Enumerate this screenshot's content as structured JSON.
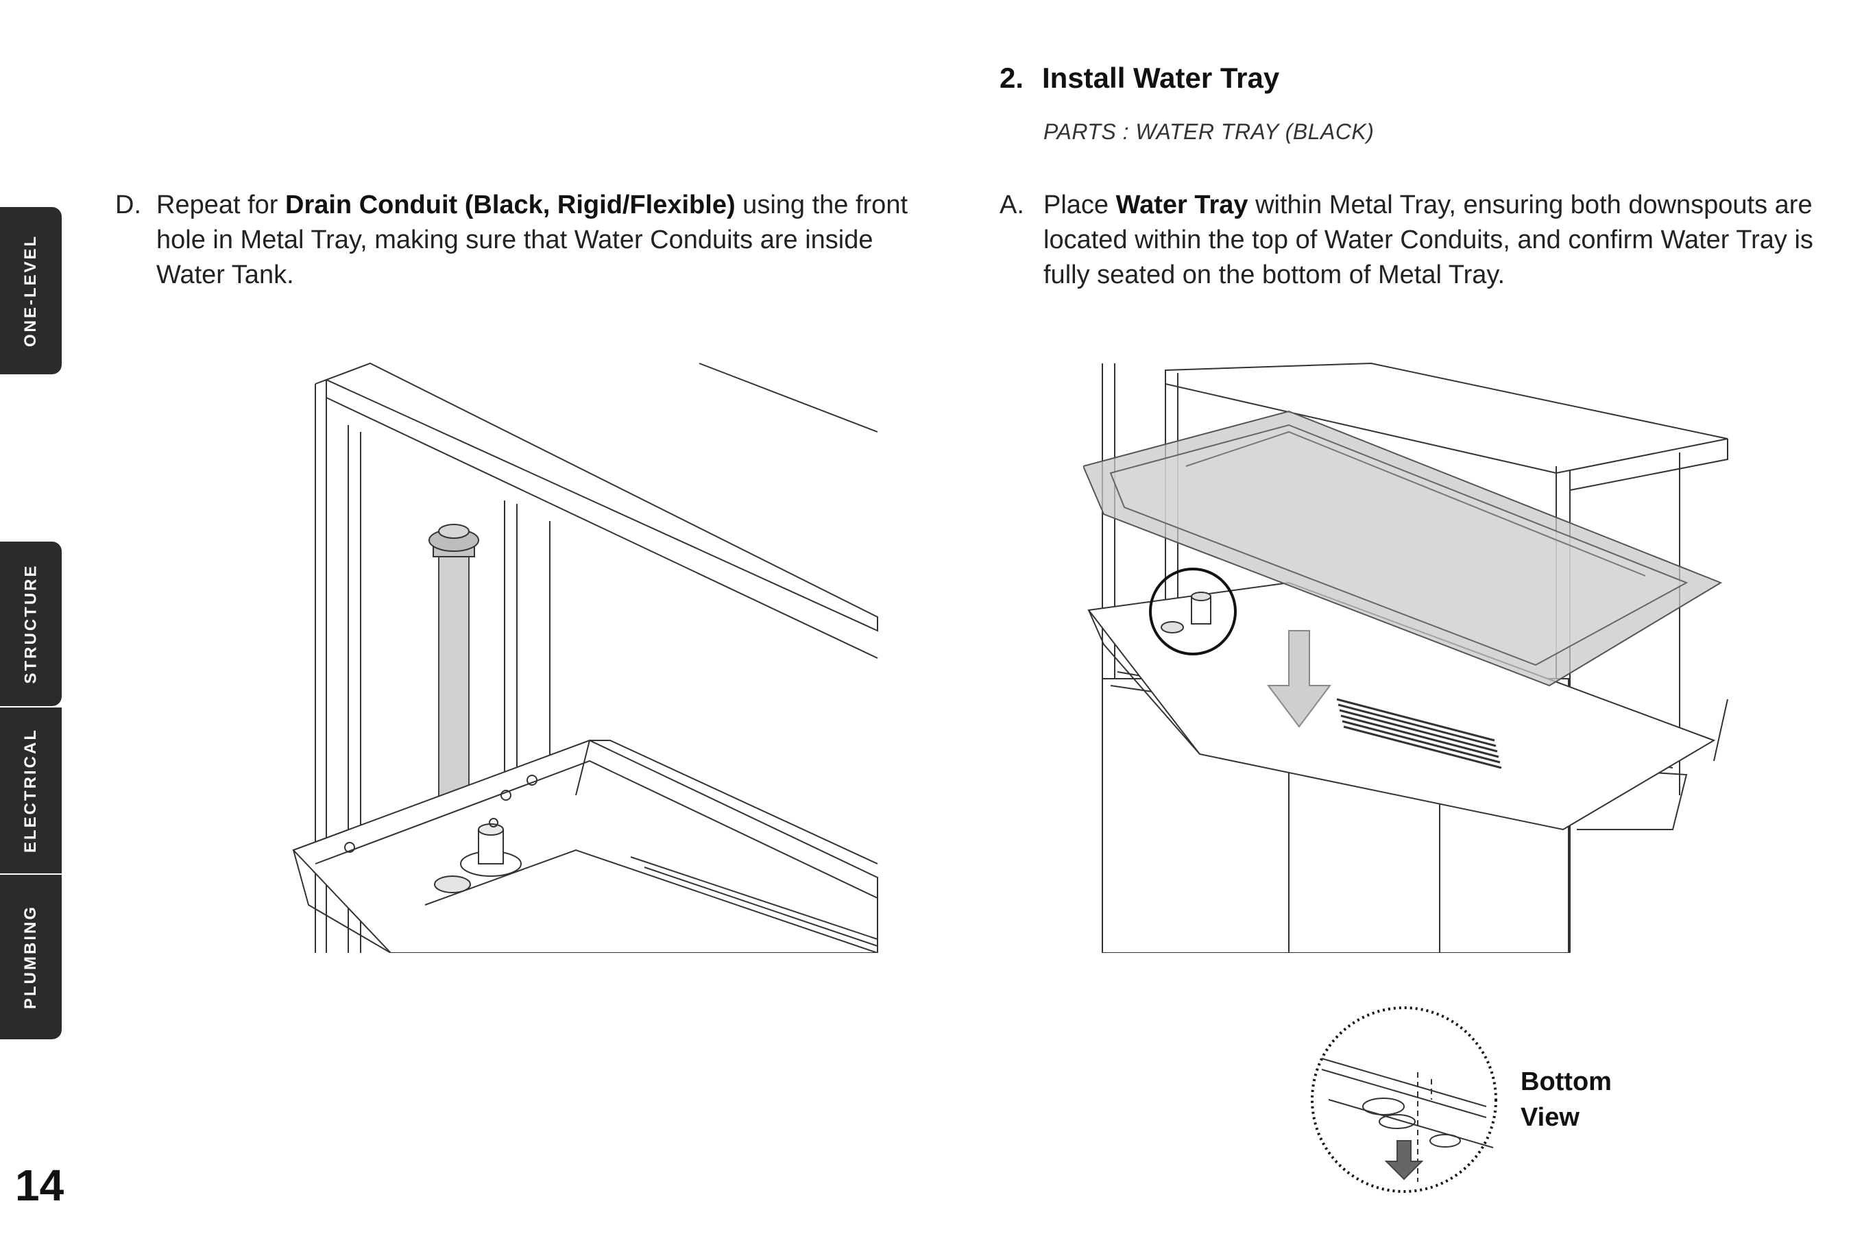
{
  "side_tabs": [
    {
      "label": "ONE-LEVEL"
    },
    {
      "label": "STRUCTURE"
    },
    {
      "label": "ELECTRICAL"
    },
    {
      "label": "PLUMBING"
    }
  ],
  "page_number": "14",
  "left_step": {
    "marker": "D.",
    "line1_pre": "Repeat for ",
    "line1_bold": "Drain Conduit (Black, Rigid/Flexible)",
    "line1_post": " using the front",
    "line2": "hole in Metal Tray, making sure that Water Conduits are inside",
    "line3": "Water Tank."
  },
  "section": {
    "number": "2.",
    "title": "Install Water Tray",
    "parts": "PARTS : WATER TRAY (BLACK)"
  },
  "right_step": {
    "marker": "A.",
    "line1_pre": "Place ",
    "line1_bold": "Water Tray",
    "line1_post": " within Metal Tray,  ensuring both downspouts are",
    "line2": "located within the top of Water Conduits, and confirm Water Tray is",
    "line3": "fully seated on the bottom of Metal Tray."
  },
  "bottom_view": {
    "line1": "Bottom",
    "line2": "View"
  },
  "colors": {
    "tab_bg": "#2b2b2b",
    "line_art": "#333333",
    "highlight_part": "#c8c8c8",
    "arrow": "#cfcfcf"
  }
}
